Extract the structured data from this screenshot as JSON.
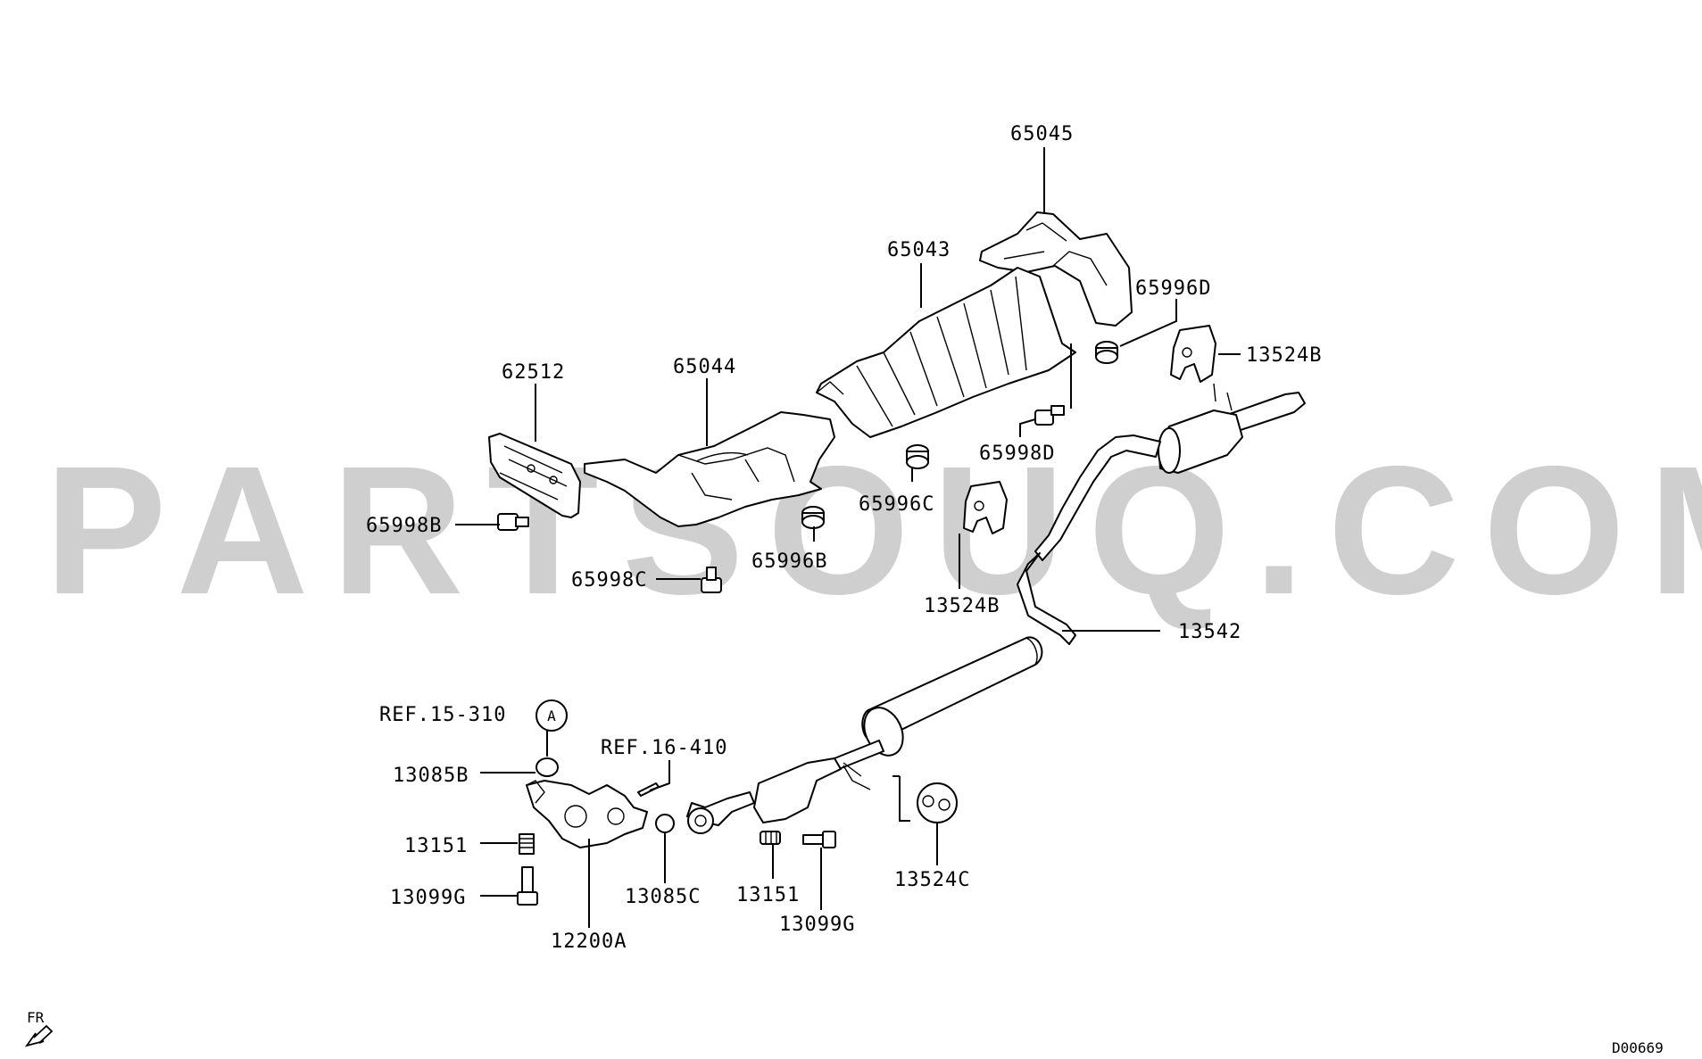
{
  "watermark": "PARTSOUQ.COM",
  "diagram_code": "D00669",
  "front_indicator": "FR",
  "ref_badge": "A",
  "callouts": {
    "p65045": "65045",
    "p65043": "65043",
    "p65996D": "65996D",
    "p13524B_top": "13524B",
    "p62512": "62512",
    "p65044": "65044",
    "p65998D": "65998D",
    "p65998B": "65998B",
    "p65996C": "65996C",
    "p65996B": "65996B",
    "p65998C": "65998C",
    "p13524B_mid": "13524B",
    "p13542": "13542",
    "ref15": "REF.15-310",
    "ref16": "REF.16-410",
    "p13085B": "13085B",
    "p13151_left": "13151",
    "p13099G_left": "13099G",
    "p12200A": "12200A",
    "p13085C": "13085C",
    "p13151_right": "13151",
    "p13099G_right": "13099G",
    "p13524C": "13524C"
  }
}
